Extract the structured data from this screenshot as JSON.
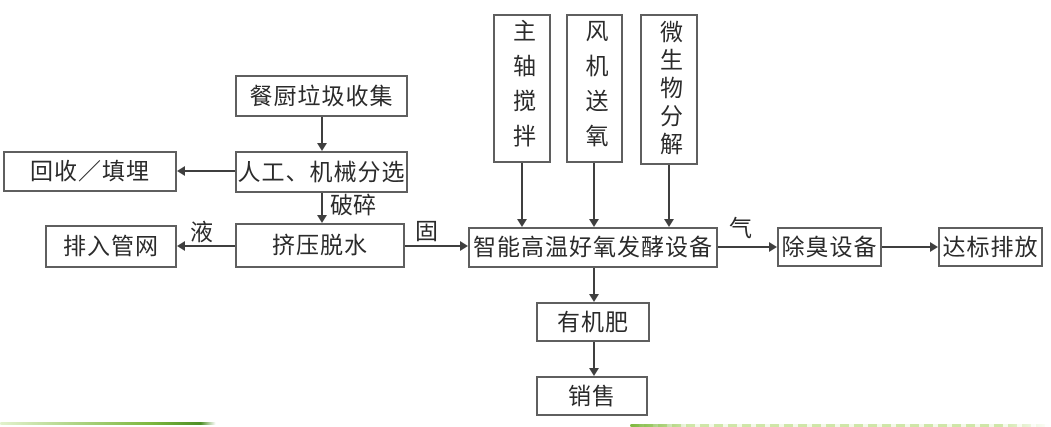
{
  "diagram": {
    "nodes": {
      "collect": {
        "label": "餐厨垃圾收集"
      },
      "sorting": {
        "label": "人工、机械分选"
      },
      "recycle": {
        "label": "回收／填埋"
      },
      "pipe": {
        "label": "排入管网"
      },
      "dewater": {
        "label": "挤压脱水"
      },
      "stir": {
        "label": "主轴搅拌"
      },
      "fan": {
        "label": "风机送氧"
      },
      "microbe": {
        "label": "微生物分解"
      },
      "ferment": {
        "label": "智能高温好氧发酵设备"
      },
      "deodor": {
        "label": "除臭设备"
      },
      "discharge": {
        "label": "达标排放"
      },
      "fertilizer": {
        "label": "有机肥"
      },
      "sale": {
        "label": "销售"
      }
    },
    "edge_labels": {
      "crush": "破碎",
      "liquid": "液",
      "solid": "固",
      "gas": "气"
    },
    "edges": [
      {
        "from": "餐厨垃圾收集",
        "to": "人工、机械分选",
        "label": ""
      },
      {
        "from": "人工、机械分选",
        "to": "回收／填埋",
        "label": ""
      },
      {
        "from": "人工、机械分选",
        "to": "挤压脱水",
        "label": "破碎"
      },
      {
        "from": "挤压脱水",
        "to": "排入管网",
        "label": "液"
      },
      {
        "from": "挤压脱水",
        "to": "智能高温好氧发酵设备",
        "label": "固"
      },
      {
        "from": "主轴搅拌",
        "to": "智能高温好氧发酵设备",
        "label": ""
      },
      {
        "from": "风机送氧",
        "to": "智能高温好氧发酵设备",
        "label": ""
      },
      {
        "from": "微生物分解",
        "to": "智能高温好氧发酵设备",
        "label": ""
      },
      {
        "from": "智能高温好氧发酵设备",
        "to": "除臭设备",
        "label": "气"
      },
      {
        "from": "除臭设备",
        "to": "达标排放",
        "label": ""
      },
      {
        "from": "智能高温好氧发酵设备",
        "to": "有机肥",
        "label": ""
      },
      {
        "from": "有机肥",
        "to": "销售",
        "label": ""
      }
    ]
  },
  "colors": {
    "ink": "#3f3f3f",
    "box_border": "#5f5f5f",
    "text": "#2b2b2b",
    "green_dark": "#4e8f26",
    "green_mid": "#7db73e",
    "green_light": "#cfe6a8"
  }
}
